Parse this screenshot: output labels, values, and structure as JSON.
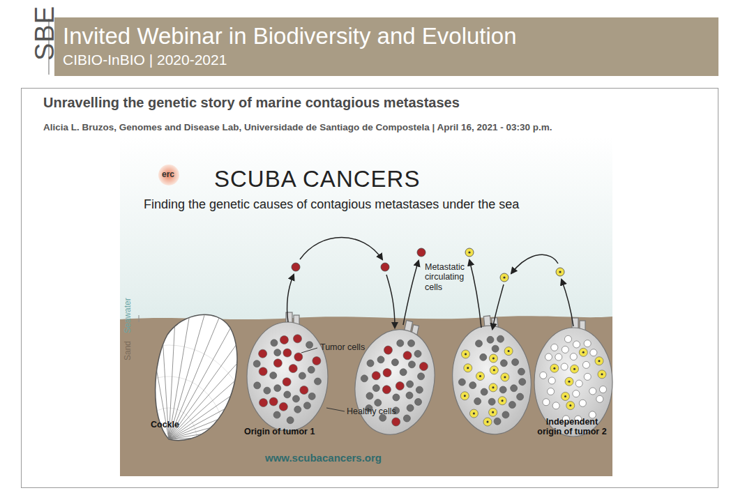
{
  "diagram": {
    "title": "Unravelling the genetic story of marine contagious metastases",
    "nodes": [
      {
        "text": [
          "Invited Webinar in Biodiversity and Evolution",
          "CIBIO-InBIO | 2020-2021"
        ]
      }
    ],
    "labels": [
      "SBE",
      "Alicia L. Bruzos, Genomes and Disease Lab, Universidade de Santiago de Compostela | April 16, 2021 - 03:30 p.m.",
      "erc",
      "SCUBA CANCERS",
      "Finding the genetic causes of contagious metastases under the sea",
      "Seawater",
      "Sand",
      "Metastatic circulating cells",
      "Tumor cells",
      "Healthy cells",
      "Cockle",
      "Origin of tumor 1",
      "Independent origin of tumor 2",
      "www.scubacancers.org"
    ]
  }
}
